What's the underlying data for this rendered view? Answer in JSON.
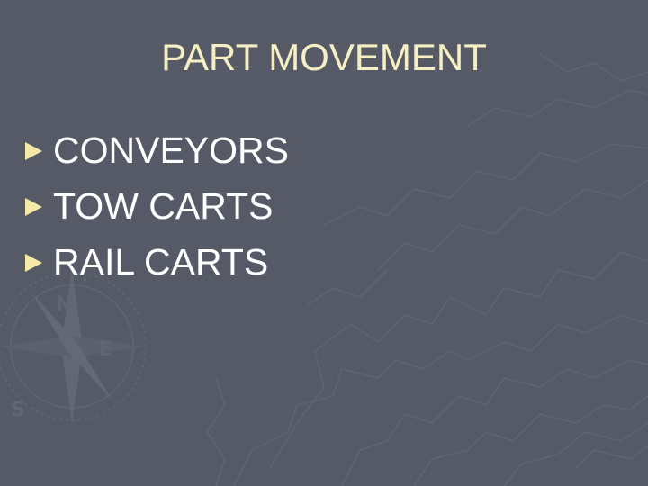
{
  "slide": {
    "title": "PART MOVEMENT",
    "bullets": [
      {
        "text": "CONVEYORS"
      },
      {
        "text": "TOW CARTS"
      },
      {
        "text": "RAIL CARTS"
      }
    ]
  },
  "colors": {
    "background": "#565a67",
    "title": "#f5efc3",
    "bullet_text": "#ffffff",
    "bullet_marker": "#f3e9a8"
  },
  "icons": {
    "bullet_marker": "right-triangle-icon",
    "background_art": "compass-rose-icon"
  }
}
